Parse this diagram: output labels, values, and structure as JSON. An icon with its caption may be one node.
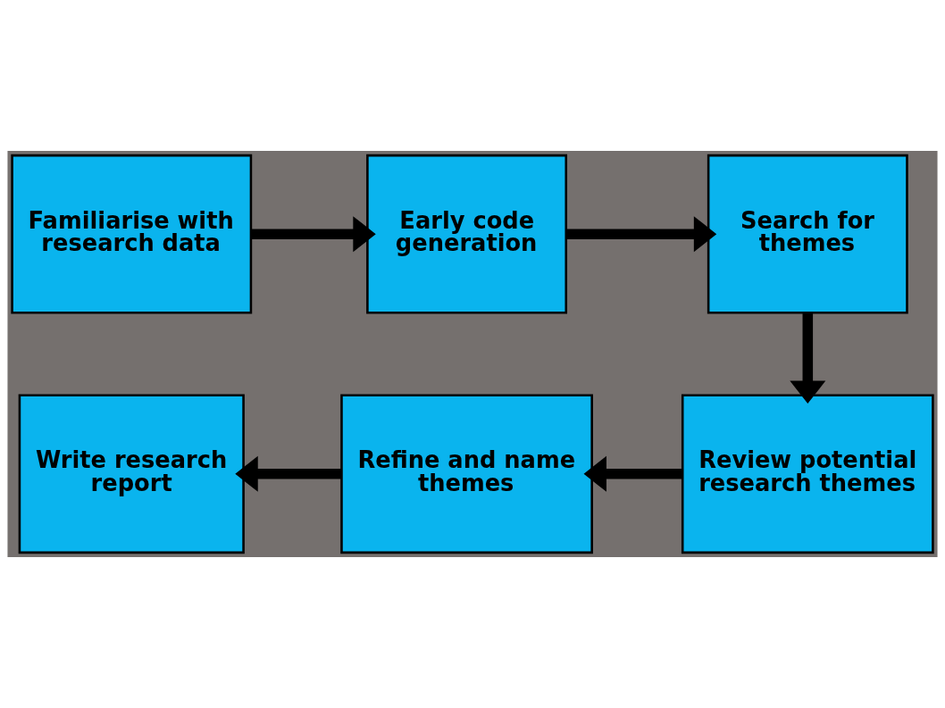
{
  "diagram": {
    "nodes": [
      {
        "text": [
          "Familiarise with research data"
        ]
      },
      {
        "text": [
          "Early code generation"
        ]
      },
      {
        "text": [
          "Search for themes"
        ]
      },
      {
        "text": [
          "Review potential research themes"
        ]
      },
      {
        "text": [
          "Refine and name themes"
        ]
      },
      {
        "text": [
          "Write research report"
        ]
      }
    ],
    "edges": [
      {
        "from": 0,
        "to": 1,
        "arrow": "to"
      },
      {
        "from": 1,
        "to": 2,
        "arrow": "to"
      },
      {
        "from": 2,
        "to": 3,
        "arrow": "to"
      },
      {
        "from": 3,
        "to": 4,
        "arrow": "to"
      },
      {
        "from": 4,
        "to": 5,
        "arrow": "to"
      }
    ]
  }
}
